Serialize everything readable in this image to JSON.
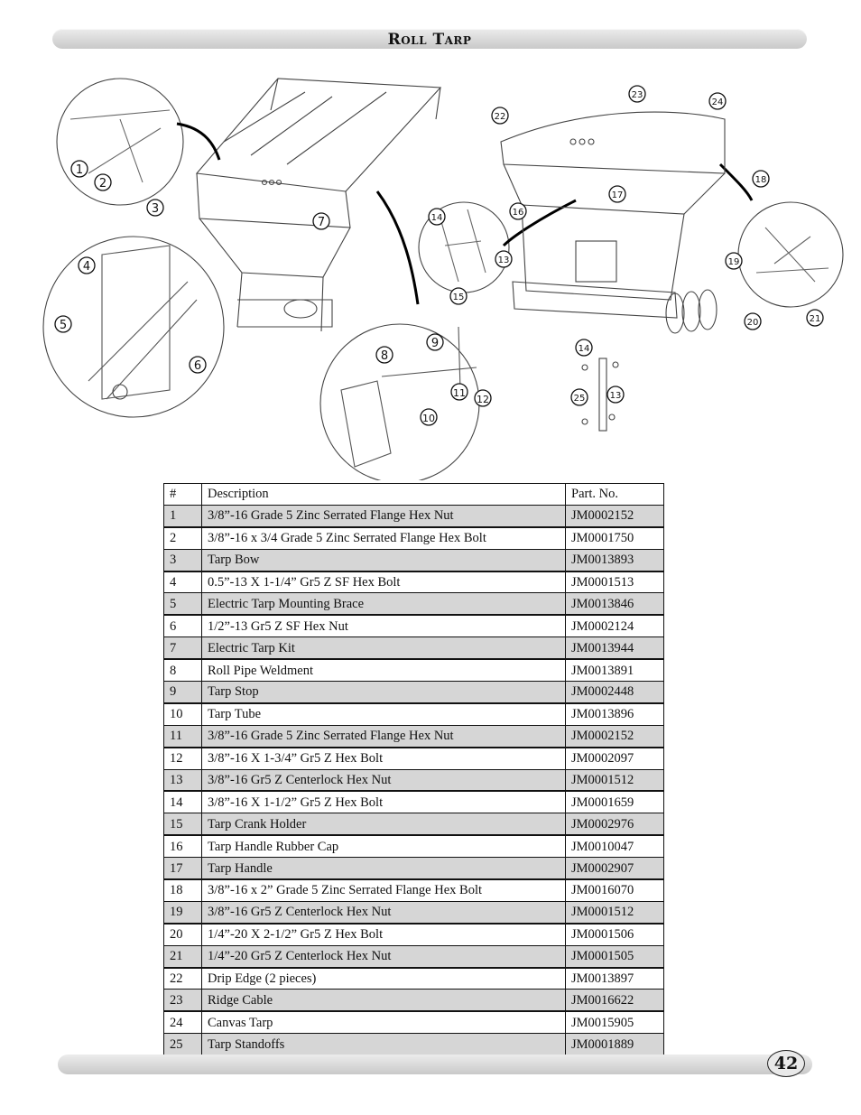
{
  "header": {
    "title": "Roll Tarp"
  },
  "figure": {
    "callouts": [
      "1",
      "2",
      "3",
      "4",
      "5",
      "6",
      "7",
      "8",
      "9",
      "10",
      "11",
      "12",
      "13",
      "14",
      "15",
      "16",
      "17",
      "18",
      "19",
      "20",
      "21",
      "22",
      "23",
      "24",
      "25",
      "14",
      "13"
    ]
  },
  "table": {
    "headers": [
      "#",
      "Description",
      "Part.  No."
    ],
    "rows": [
      [
        "1",
        "3/8”-16 Grade  5 Zinc Serrated Flange Hex Nut",
        "JM0002152"
      ],
      [
        "2",
        "3/8”-16 x 3/4 Grade 5 Zinc Serrated Flange Hex Bolt",
        "JM0001750"
      ],
      [
        "3",
        "Tarp Bow",
        "JM0013893"
      ],
      [
        "4",
        "0.5”-13 X 1-1/4” Gr5 Z SF Hex Bolt",
        "JM0001513"
      ],
      [
        "5",
        "Electric Tarp Mounting Brace",
        "JM0013846"
      ],
      [
        "6",
        "1/2”-13 Gr5 Z SF Hex Nut",
        "JM0002124"
      ],
      [
        "7",
        "Electric Tarp Kit",
        "JM0013944"
      ],
      [
        "8",
        "Roll Pipe Weldment",
        "JM0013891"
      ],
      [
        "9",
        "Tarp Stop",
        "JM0002448"
      ],
      [
        "10",
        "Tarp Tube",
        "JM0013896"
      ],
      [
        "11",
        "3/8”-16 Grade  5 Zinc Serrated Flange Hex Nut",
        "JM0002152"
      ],
      [
        "12",
        "3/8”-16 X 1-3/4” Gr5 Z Hex Bolt",
        "JM0002097"
      ],
      [
        "13",
        "3/8”-16 Gr5 Z Centerlock Hex Nut",
        "JM0001512"
      ],
      [
        "14",
        "3/8”-16 X 1-1/2” Gr5 Z Hex Bolt",
        "JM0001659"
      ],
      [
        "15",
        "Tarp Crank Holder",
        "JM0002976"
      ],
      [
        "16",
        "Tarp Handle Rubber Cap",
        "JM0010047"
      ],
      [
        "17",
        "Tarp Handle",
        "JM0002907"
      ],
      [
        "18",
        "3/8”-16 x 2” Grade 5 Zinc Serrated Flange Hex Bolt",
        "JM0016070"
      ],
      [
        "19",
        "3/8”-16 Gr5 Z Centerlock Hex Nut",
        "JM0001512"
      ],
      [
        "20",
        "1/4”-20 X 2-1/2” Gr5 Z Hex Bolt",
        "JM0001506"
      ],
      [
        "21",
        "1/4”-20 Gr5 Z Centerlock Hex Nut",
        "JM0001505"
      ],
      [
        "22",
        "Drip Edge (2 pieces)",
        "JM0013897"
      ],
      [
        "23",
        "Ridge Cable",
        "JM0016622"
      ],
      [
        "24",
        "Canvas Tarp",
        "JM0015905"
      ],
      [
        "25",
        "Tarp Standoffs",
        "JM0001889"
      ]
    ]
  },
  "footer": {
    "page_number": "42"
  }
}
